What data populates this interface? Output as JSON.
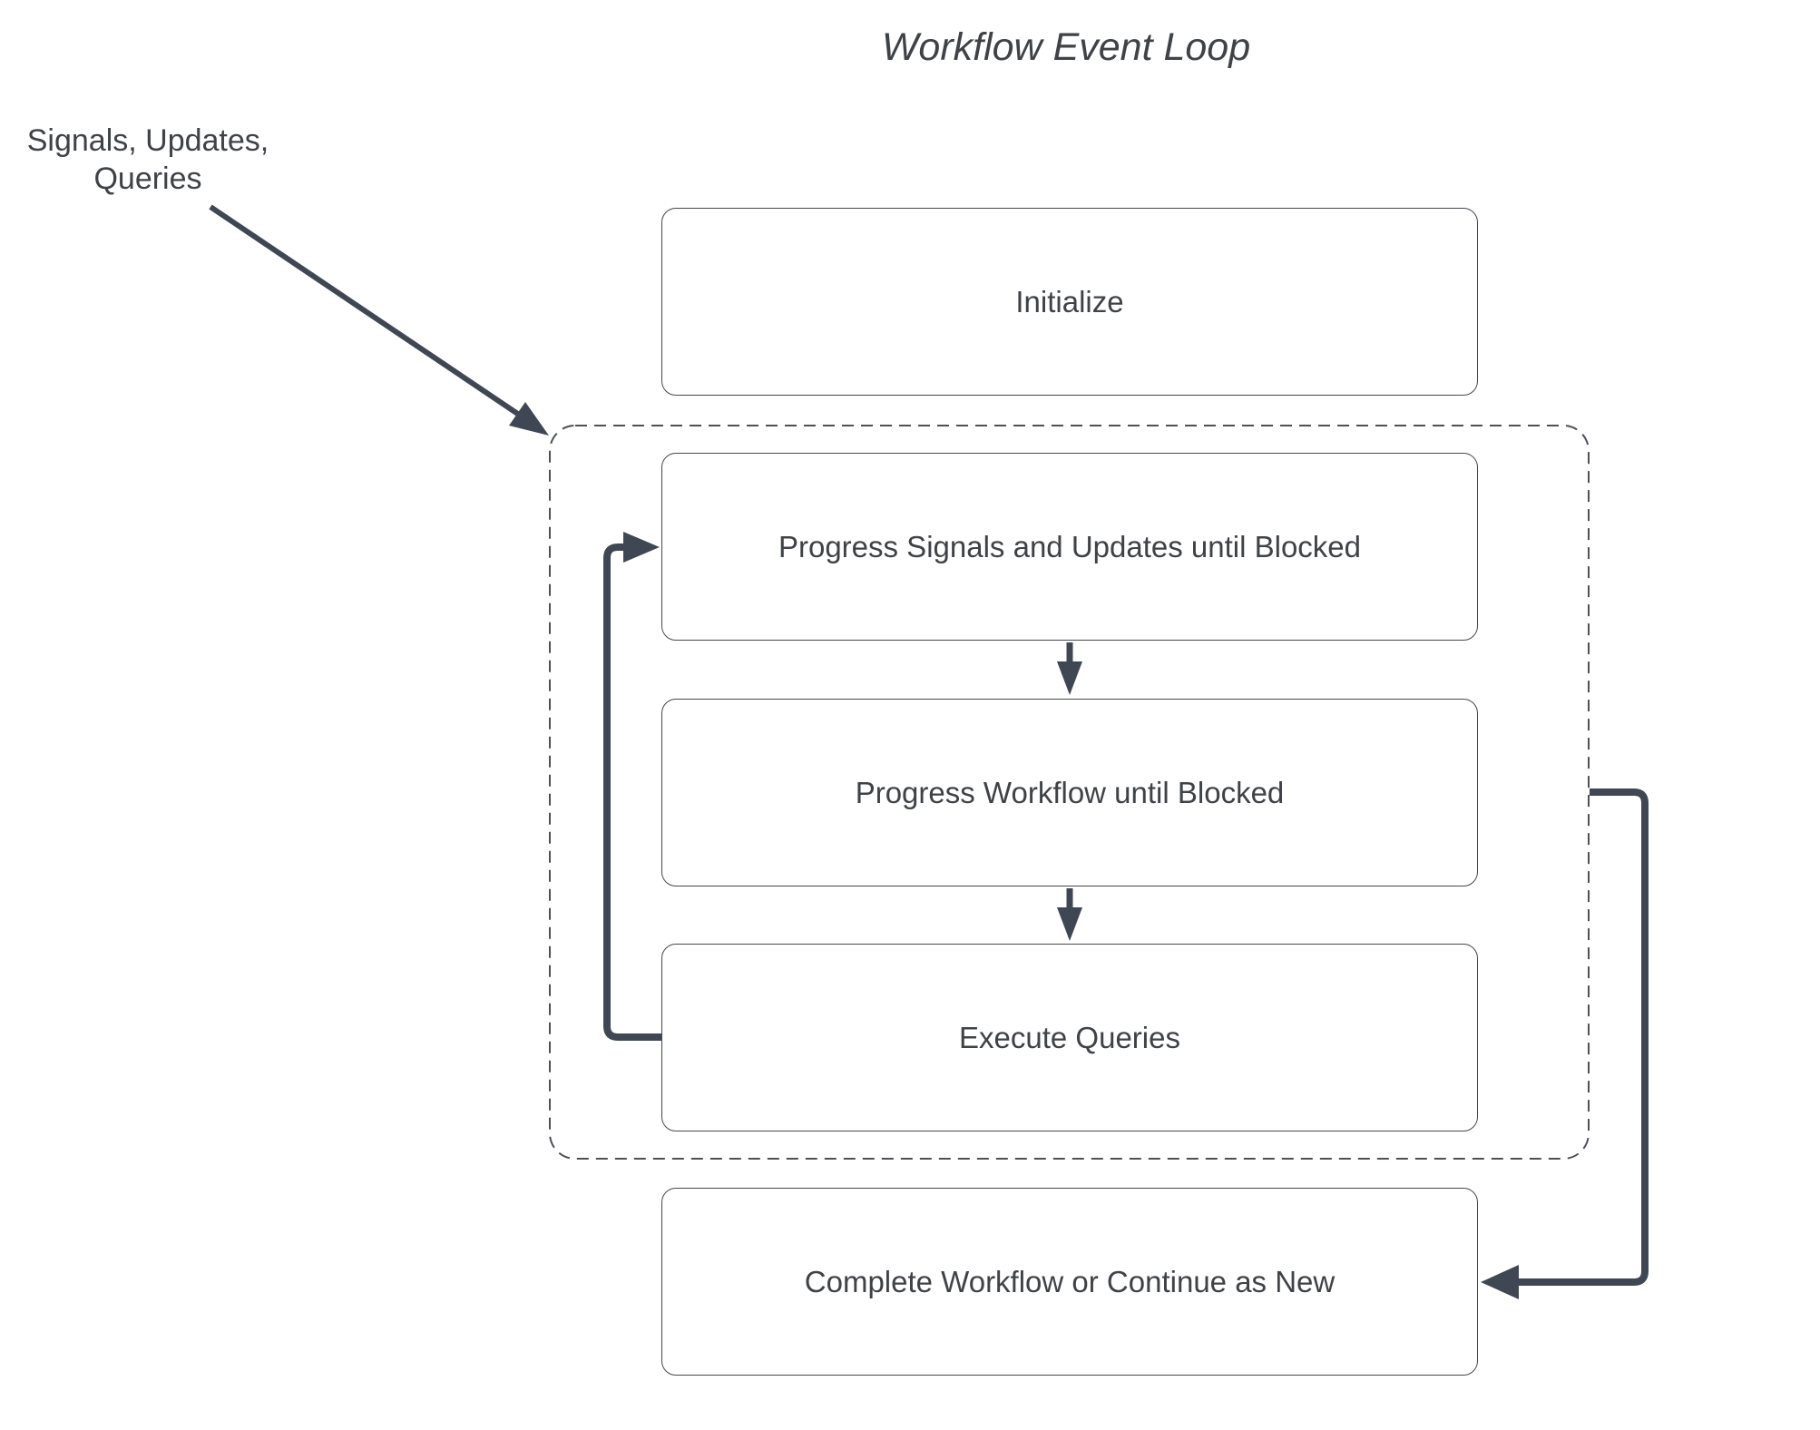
{
  "title": "Workflow Event Loop",
  "annotation": {
    "line1": "Signals, Updates,",
    "line2": "Queries"
  },
  "nodes": {
    "initialize": {
      "label": "Initialize"
    },
    "progress_signals": {
      "label": "Progress Signals and Updates until Blocked"
    },
    "progress_workflow": {
      "label": "Progress Workflow until Blocked"
    },
    "execute_queries": {
      "label": "Execute Queries"
    },
    "complete_workflow": {
      "label": "Complete Workflow or Continue as New"
    }
  },
  "colors": {
    "background": "#ffffff",
    "text": "#3f4246",
    "box_border": "#45484e",
    "dashed_border": "#4c5158",
    "arrow": "#404754"
  }
}
